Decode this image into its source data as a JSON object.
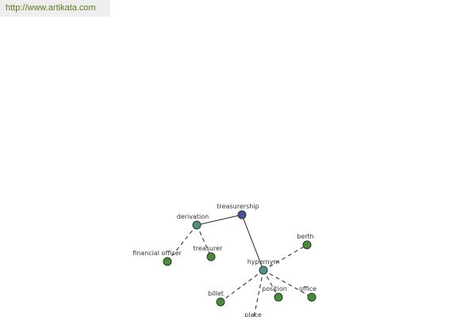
{
  "header": {
    "url_text": "http://www.artikata.com"
  },
  "graph": {
    "colors": {
      "root": "#4a4f9a",
      "relation": "#4f8f8c",
      "leaf": "#4c8a3c",
      "edge": "#222222"
    },
    "nodes": {
      "root": "treasurership",
      "derivation": "derivation",
      "hypernym": "hypernym",
      "financial_officer": "financial officer",
      "treasurer": "treasurer",
      "berth": "berth",
      "billet": "billet",
      "place": "place",
      "position": "position",
      "office": "office"
    }
  }
}
